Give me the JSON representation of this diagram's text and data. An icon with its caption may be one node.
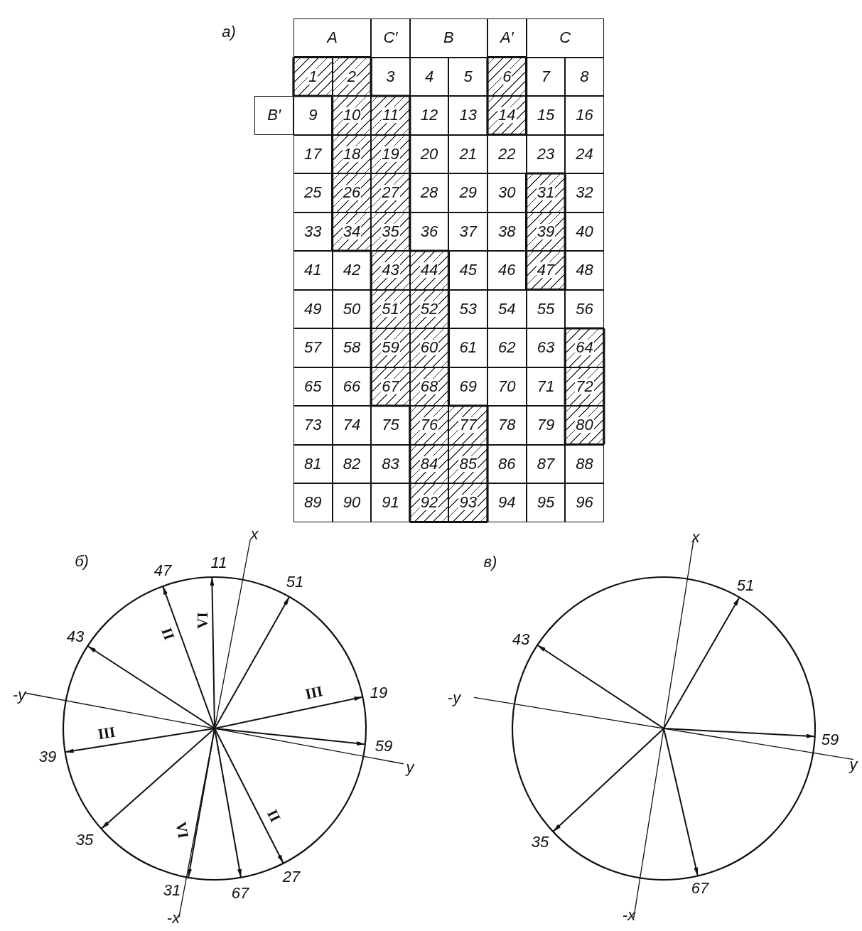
{
  "diagram": {
    "labels": [
      "а)",
      "A",
      "C′",
      "B",
      "A′",
      "C",
      "1",
      "2",
      "3",
      "4",
      "5",
      "6",
      "7",
      "8",
      "B′",
      "9",
      "10",
      "11",
      "12",
      "13",
      "14",
      "15",
      "16",
      "17",
      "18",
      "19",
      "20",
      "21",
      "22",
      "23",
      "24",
      "25",
      "26",
      "27",
      "28",
      "29",
      "30",
      "31",
      "32",
      "33",
      "34",
      "35",
      "36",
      "37",
      "38",
      "39",
      "40",
      "41",
      "42",
      "43",
      "44",
      "45",
      "46",
      "47",
      "48",
      "49",
      "50",
      "51",
      "52",
      "53",
      "54",
      "55",
      "56",
      "57",
      "58",
      "59",
      "60",
      "61",
      "62",
      "63",
      "64",
      "65",
      "66",
      "67",
      "68",
      "69",
      "70",
      "71",
      "72",
      "73",
      "74",
      "75",
      "76",
      "77",
      "78",
      "79",
      "80",
      "81",
      "82",
      "83",
      "84",
      "85",
      "86",
      "87",
      "88",
      "89",
      "90",
      "91",
      "92",
      "93",
      "94",
      "95",
      "96",
      "б)",
      "x",
      "11",
      "47",
      "51",
      "43",
      "II",
      "VI",
      "-y",
      "III",
      "19",
      "III",
      "39",
      "59",
      "y",
      "35",
      "VI",
      "II",
      "31",
      "67",
      "27",
      "-x",
      "в)",
      "x",
      "51",
      "43",
      "-y",
      "59",
      "y",
      "35",
      "67",
      "-x"
    ]
  }
}
